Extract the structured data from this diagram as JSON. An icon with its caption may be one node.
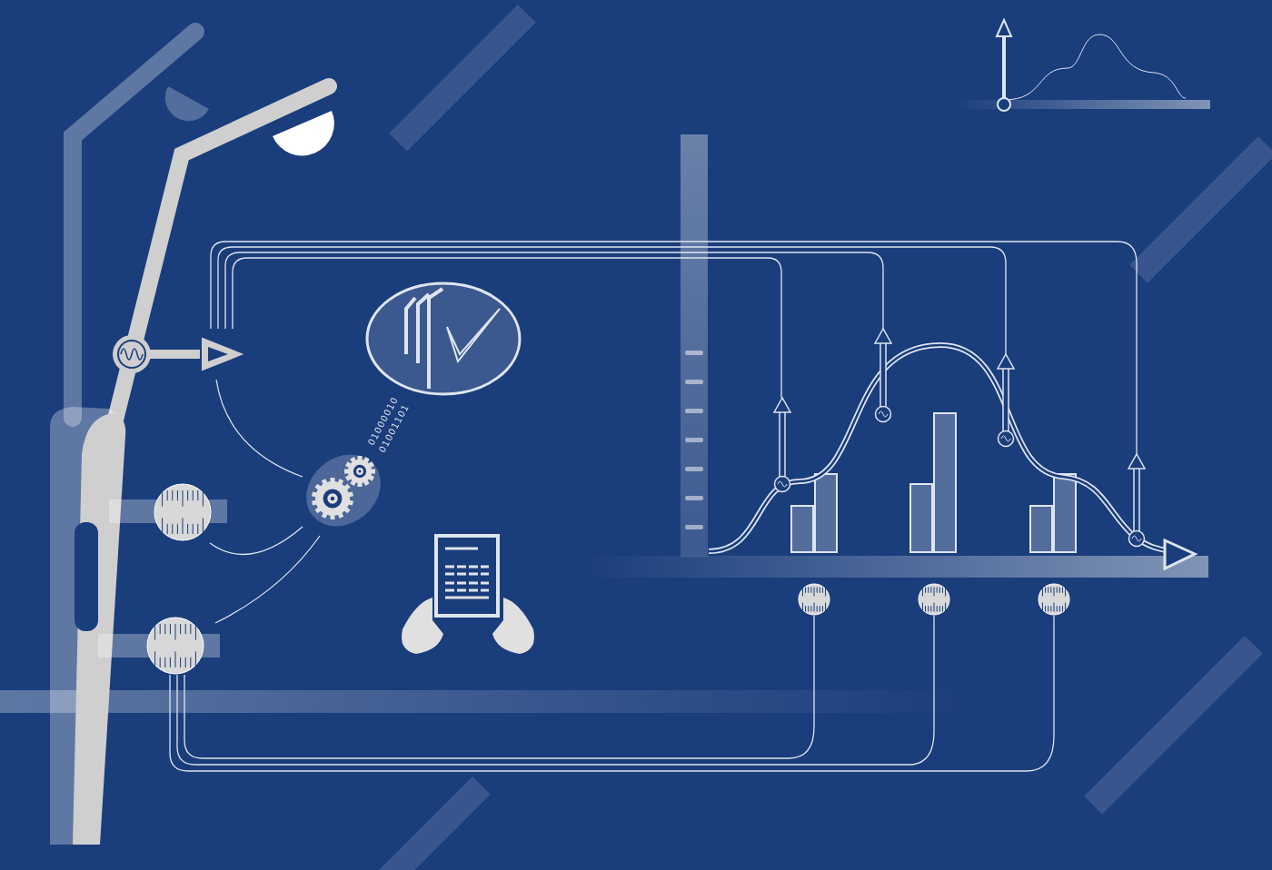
{
  "diagram": {
    "nodes": [
      {
        "text": [],
        "shape": "picture"
      },
      {
        "text": [],
        "shape": "picture"
      },
      {
        "text": [],
        "shape": "picture"
      },
      {
        "text": [],
        "shape": "picture"
      },
      {
        "text": [],
        "shape": "circle"
      },
      {
        "text": [],
        "shape": "circle"
      },
      {
        "text": [],
        "shape": "circle"
      },
      {
        "text": [],
        "shape": "circle"
      },
      {
        "text": [],
        "shape": "circle"
      },
      {
        "text": [],
        "shape": "picture"
      },
      {
        "text": [],
        "shape": "picture"
      },
      {
        "text": [],
        "shape": "picture"
      },
      {
        "text": [],
        "shape": "picture"
      }
    ],
    "edges": [
      {
        "from": 0,
        "to": 9,
        "arrow": "none"
      },
      {
        "from": 0,
        "to": 10,
        "arrow": "none"
      },
      {
        "from": 0,
        "to": 11,
        "arrow": "none"
      },
      {
        "from": 0,
        "to": 12,
        "arrow": "none"
      },
      {
        "from": 0,
        "to": 1,
        "arrow": "none"
      },
      {
        "from": 4,
        "to": 1,
        "arrow": "none"
      },
      {
        "from": 5,
        "to": 1,
        "arrow": "none"
      },
      {
        "from": 5,
        "to": 6,
        "arrow": "none"
      },
      {
        "from": 5,
        "to": 7,
        "arrow": "none"
      },
      {
        "from": 5,
        "to": 8,
        "arrow": "none"
      }
    ],
    "labels": [
      "01000010",
      "01001101"
    ]
  }
}
